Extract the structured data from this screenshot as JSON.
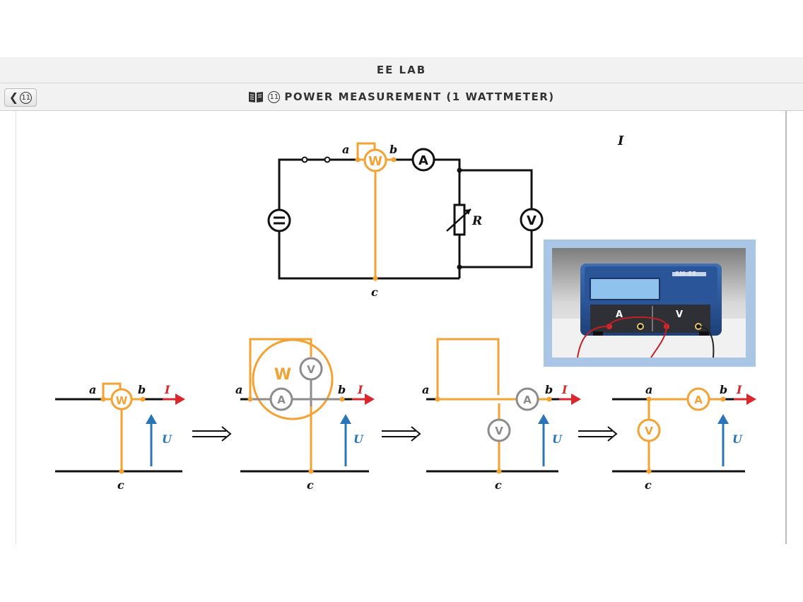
{
  "app": {
    "title": "EE LAB"
  },
  "nav": {
    "back_number": "11",
    "lesson_number": "11",
    "page_title": "POWER MEASUREMENT (1 WATTMETER)"
  },
  "schematic": {
    "corner_label": "I",
    "node_a": "a",
    "node_b": "b",
    "node_c": "c",
    "resistor_label": "R",
    "wattmeter_symbol": "W",
    "ammeter_symbol": "A",
    "voltmeter_symbol": "V"
  },
  "photo": {
    "brand": "SM-EE",
    "ammeter_label": "A",
    "voltmeter_label": "V"
  },
  "diagrams": [
    {
      "a": "a",
      "b": "b",
      "c": "c",
      "i": "I",
      "u": "U",
      "meter": "W"
    },
    {
      "a": "a",
      "b": "b",
      "c": "c",
      "i": "I",
      "u": "U",
      "meter_w": "W",
      "meter_a": "A",
      "meter_v": "V"
    },
    {
      "a": "a",
      "b": "b",
      "c": "c",
      "i": "I",
      "u": "U",
      "meter_a": "A",
      "meter_v": "V"
    },
    {
      "a": "a",
      "b": "b",
      "c": "c",
      "i": "I",
      "u": "U",
      "meter_a": "A",
      "meter_v": "V"
    }
  ],
  "colors": {
    "orange": "#f4a233",
    "blue": "#2a74b8",
    "red": "#d9272e",
    "gray": "#8c8c8c",
    "black": "#111111"
  }
}
